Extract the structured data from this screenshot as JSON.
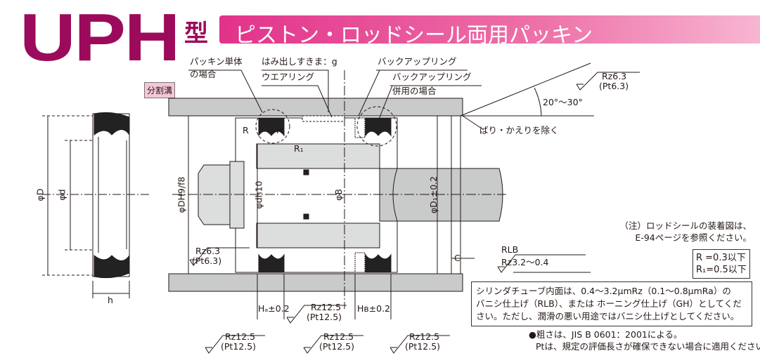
{
  "header": {
    "model": "UPH",
    "type_suffix": "型",
    "subtitle": "ピストン・ロッドシール両用パッキン"
  },
  "labels": {
    "split_groove": "分割溝",
    "packing_single_1": "パッキン単体",
    "packing_single_2": "の場合",
    "extrusion_gap": "はみ出しすきま：g",
    "wear_ring": "ウエアリング",
    "backup_ring": "バックアップリング",
    "backup_combined_1": "バックアップリング",
    "backup_combined_2": "併用の場合",
    "angle": "20°～30°",
    "deburr": "ばり・かえりを除く",
    "r": "R",
    "r1": "R₁",
    "phi_D": "φD",
    "phi_d": "φd",
    "h": "h",
    "phi_DH9f8": "φDH9/f8",
    "phi_dh10": "φdh10",
    "phi_B": "φB",
    "phi_D1": "φD₁±0.2",
    "c": "C",
    "rlb": "RLB",
    "rz_rlb": "Rz3.2～0.4",
    "ha": "Hₐ±0.2",
    "hb": "Hʙ±0.2"
  },
  "roughness": {
    "top_right": {
      "rz": "Rz6.3",
      "pt": "(Pt6.3)"
    },
    "left": {
      "rz": "Rz6.3",
      "pt": "(Pt6.3)"
    },
    "mid": {
      "rz": "Rz12.5",
      "pt": "(Pt12.5)"
    },
    "bottom1": {
      "rz": "Rz12.5",
      "pt": "(Pt12.5)"
    },
    "bottom2": {
      "rz": "Rz12.5",
      "pt": "(Pt12.5)"
    },
    "bottom3": {
      "rz": "Rz12.5",
      "pt": "(Pt12.5)"
    }
  },
  "notes": {
    "rod_note_1": "（注）ロッドシールの装着図は、",
    "rod_note_2": "E-94ページを参照ください。",
    "r_limit": "R =0.3以下",
    "r1_limit": "R₁=0.5以下",
    "spec_1": "シリンダチューブ内面は、0.4～3.2μmRz（0.1～0.8μmRa）の",
    "spec_2": "バニシ仕上げ（RLB）、または ホーニング仕上げ（GH）としてくだ",
    "spec_3": "さい。ただし、潤滑の悪い用途ではバニシ仕上げとしてください。",
    "rough_1": "●粗さは、JIS B 0601：2001による。",
    "rough_2": "Ptは、規定の評価長さが確保できない場合に適用ください。"
  }
}
